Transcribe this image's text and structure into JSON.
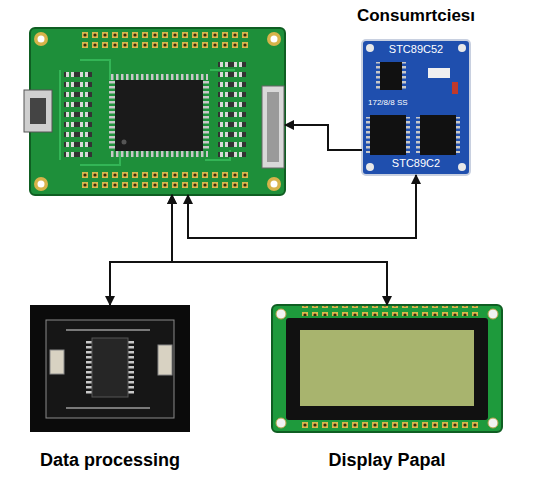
{
  "diagram": {
    "nodes": [
      {
        "text": []
      },
      {
        "text": [
          "Consumrtciesı",
          "STC89C52",
          "172/8/8 SS",
          "STC89C2"
        ]
      },
      {
        "text": [
          "Data processing"
        ]
      },
      {
        "text": [
          "Display Papal"
        ]
      }
    ],
    "edges": [
      {
        "from": 0,
        "to": 1,
        "arrow": "both"
      },
      {
        "from": 1,
        "to": 0,
        "arrow": "to"
      },
      {
        "from": 0,
        "to": 2,
        "arrow": "both"
      },
      {
        "from": 0,
        "to": 3,
        "arrow": "both"
      }
    ]
  }
}
